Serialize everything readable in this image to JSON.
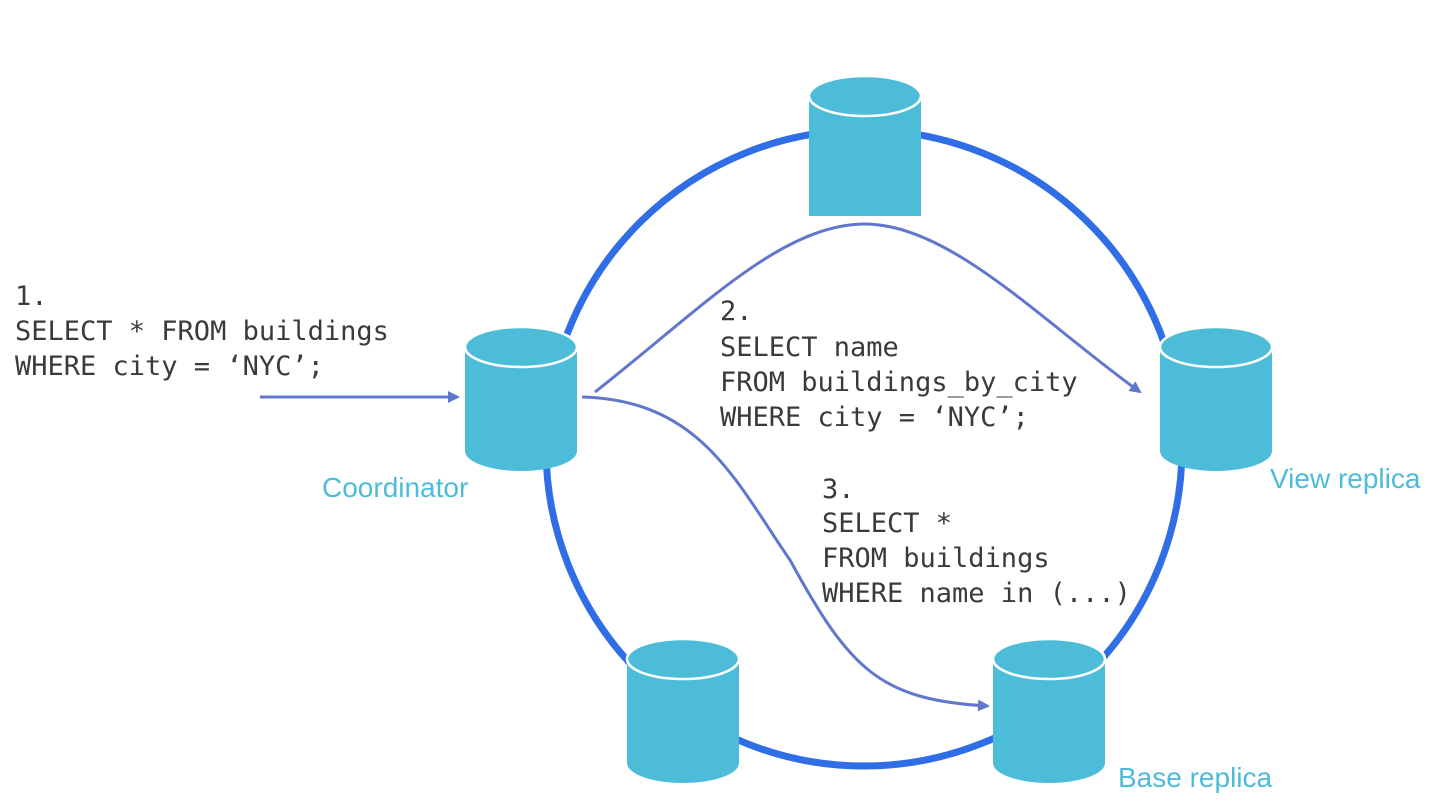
{
  "colors": {
    "ring": "#2f6ee6",
    "db_fill": "#4dbcd8",
    "db_rim": "#ffffff",
    "arrow": "#6177cc",
    "code_text": "#3a3a3a",
    "label_text": "#4dbcd8"
  },
  "nodes": {
    "coordinator": {
      "label": "Coordinator",
      "icon": "database-cylinder-icon"
    },
    "top": {
      "label": "",
      "icon": "database-cylinder-icon"
    },
    "view_replica": {
      "label": "View replica",
      "icon": "database-cylinder-icon"
    },
    "base_replica": {
      "label": "Base replica",
      "icon": "database-cylinder-icon"
    },
    "bottom_left": {
      "label": "",
      "icon": "database-cylinder-icon"
    }
  },
  "steps": [
    {
      "lines": [
        "1.",
        "SELECT * FROM buildings",
        "WHERE city = ‘NYC’;"
      ]
    },
    {
      "lines": [
        "2.",
        "SELECT name",
        "FROM buildings_by_city",
        "WHERE city = ‘NYC’;"
      ]
    },
    {
      "lines": [
        "3.",
        "SELECT *",
        "FROM buildings",
        "WHERE name in (...)"
      ]
    }
  ]
}
